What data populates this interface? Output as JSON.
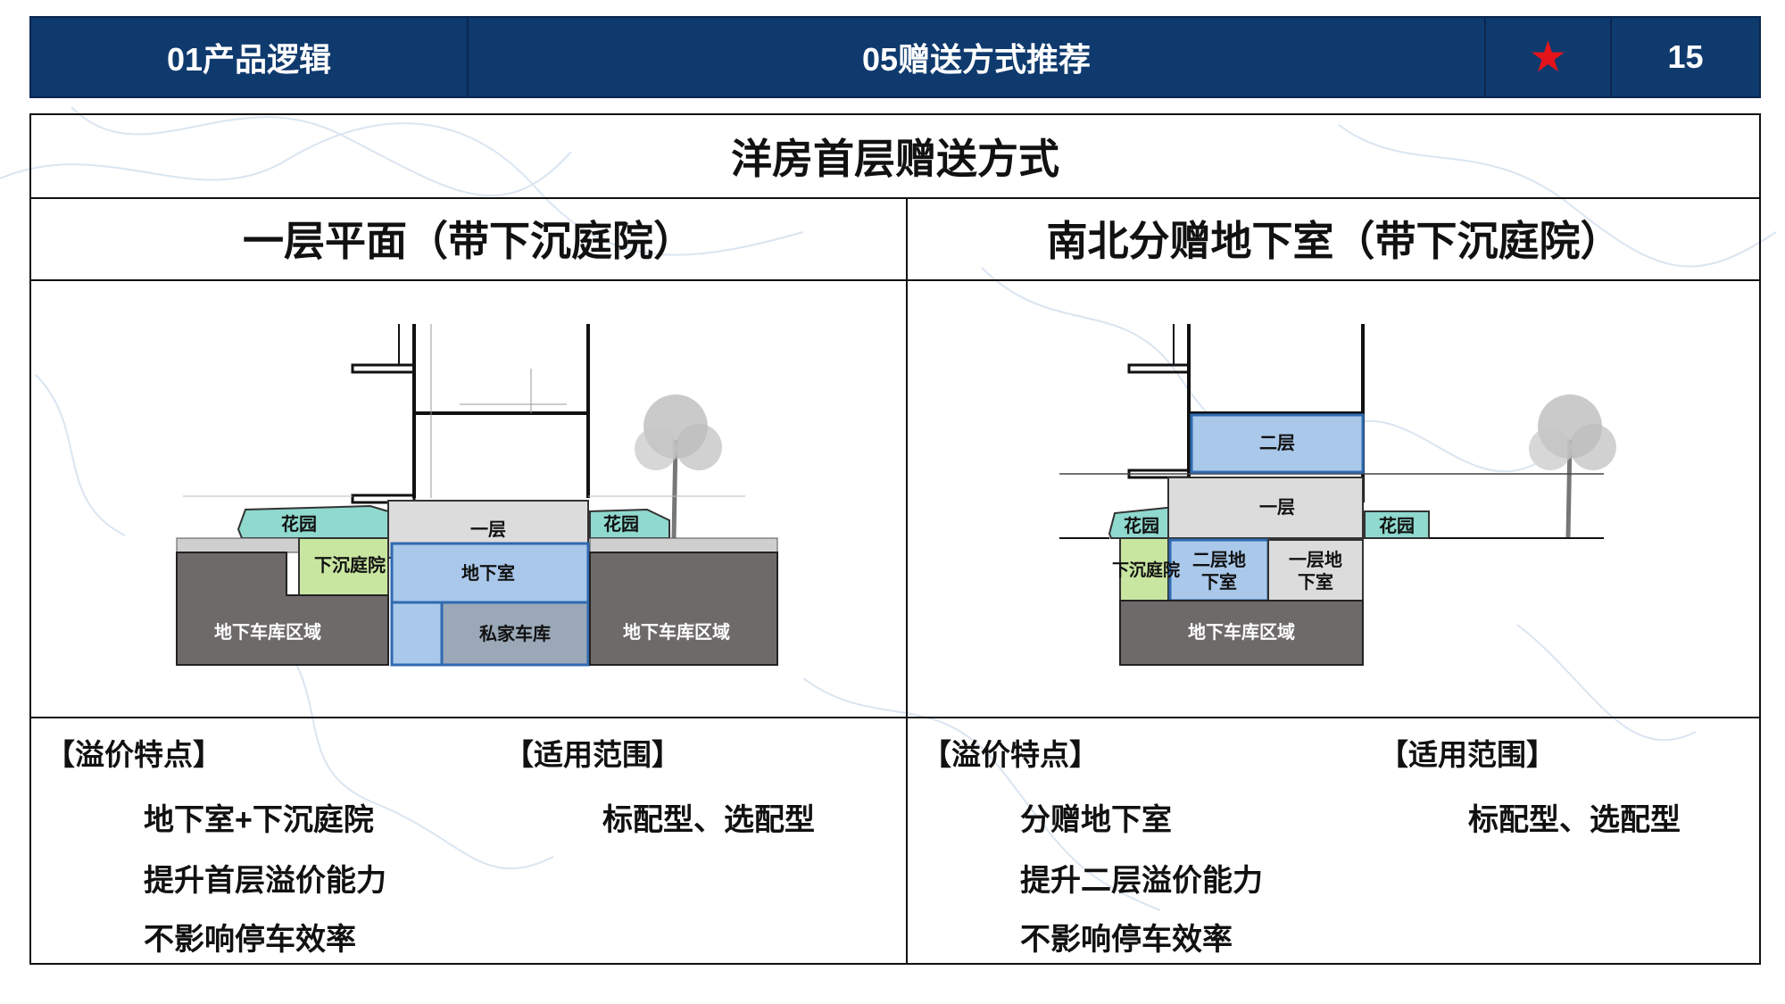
{
  "header": {
    "section": "01产品逻辑",
    "topic": "05赠送方式推荐",
    "star_icon": "star-icon",
    "page_number": "15",
    "bar_color": "#0f3a6e",
    "star_color": "#e4141a"
  },
  "main_title": "洋房首层赠送方式",
  "left": {
    "subtitle": "一层平面（带下沉庭院）",
    "diagram_labels": {
      "garden_left": "花园",
      "garden_right": "花园",
      "first_floor": "一层",
      "sunken_courtyard": "下沉庭院",
      "basement": "地下室",
      "private_garage": "私家车库",
      "parking_left": "地下车库区域",
      "parking_right": "地下车库区域"
    },
    "premium_heading": "【溢价特点】",
    "premium_items": [
      "地下室+下沉庭院",
      "提升首层溢价能力",
      "不影响停车效率"
    ],
    "scope_heading": "【适用范围】",
    "scope_text": "标配型、选配型"
  },
  "right": {
    "subtitle": "南北分赠地下室（带下沉庭院）",
    "diagram_labels": {
      "second_floor": "二层",
      "first_floor": "一层",
      "garden_left": "花园",
      "garden_right": "花园",
      "sunken_courtyard": "下沉庭院",
      "second_basement_l1": "二层地",
      "second_basement_l2": "下室",
      "first_basement_l1": "一层地",
      "first_basement_l2": "下室",
      "parking": "地下车库区域"
    },
    "premium_heading": "【溢价特点】",
    "premium_items": [
      "分赠地下室",
      "提升二层溢价能力",
      "不影响停车效率"
    ],
    "scope_heading": "【适用范围】",
    "scope_text": "标配型、选配型"
  },
  "colors": {
    "garden": "#8fd9cf",
    "courtyard": "#c8e6a0",
    "basement": "#a9c8ea",
    "garage": "#9aa8b8",
    "parking": "#6e6a6a",
    "floor": "#dcdcdc"
  }
}
